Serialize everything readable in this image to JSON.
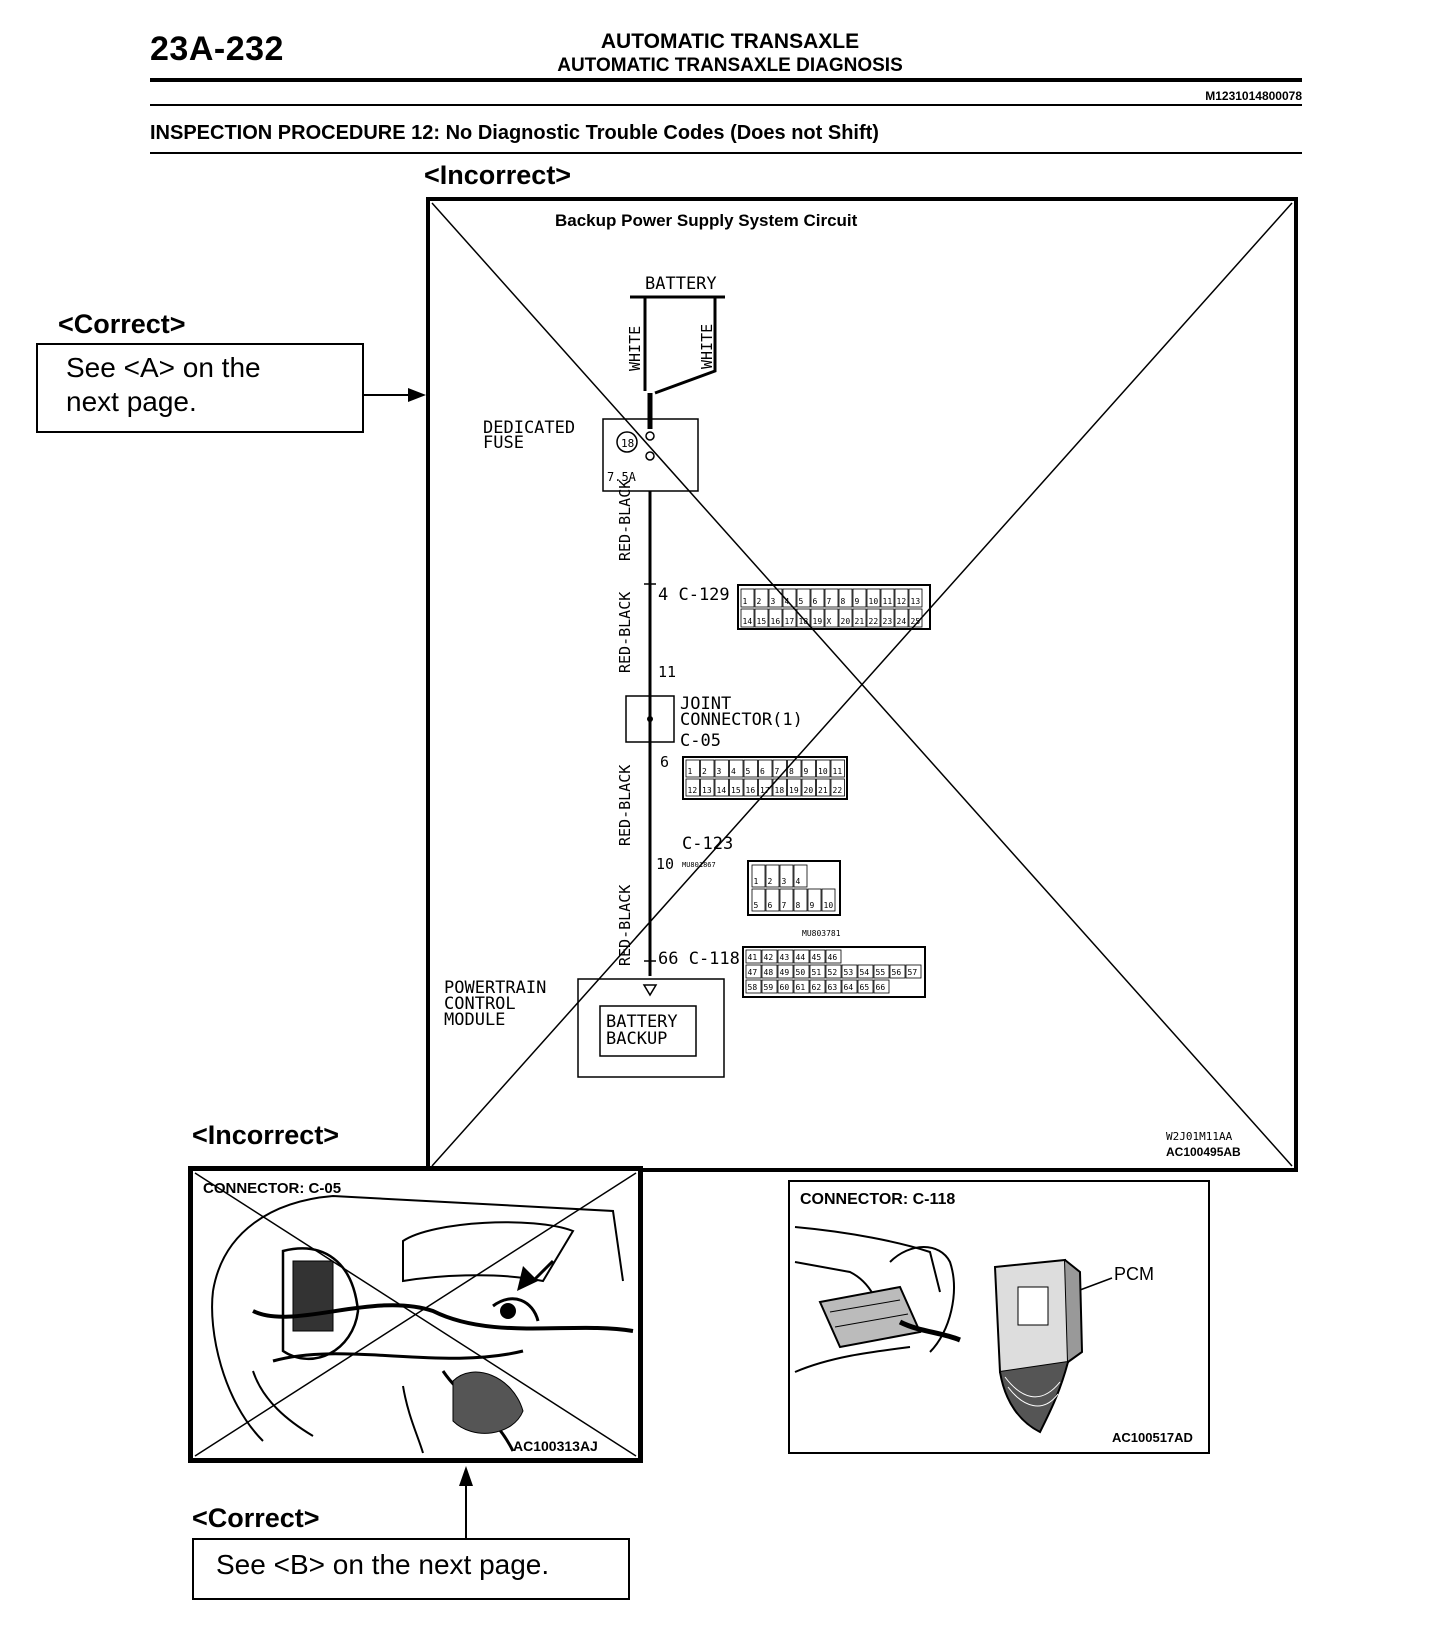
{
  "header": {
    "page_number": "23A-232",
    "title": "AUTOMATIC TRANSAXLE",
    "subtitle": "AUTOMATIC TRANSAXLE DIAGNOSIS",
    "doc_id": "M1231014800078"
  },
  "procedure_title": "INSPECTION PROCEDURE 12: No Diagnostic Trouble Codes (Does not Shift)",
  "top_section": {
    "incorrect_label": "<Incorrect>",
    "correct_label": "<Correct>",
    "callout_line1": "See <A> on the",
    "callout_line2": "next page.",
    "diagram": {
      "title": "Backup Power Supply System Circuit",
      "battery": "BATTERY",
      "wire_white_1": "WHITE",
      "wire_white_2": "WHITE",
      "fuse_label_1": "DEDICATED",
      "fuse_label_2": "FUSE",
      "fuse_number": "18",
      "fuse_rating": "7.5A",
      "wire_rb_1": "RED-BLACK",
      "wire_rb_2": "RED-BLACK",
      "wire_rb_3": "RED-BLACK",
      "wire_rb_4": "RED-BLACK",
      "pin_c129": "4 C-129",
      "pin_11": "11",
      "joint_label_1": "JOINT",
      "joint_label_2": "CONNECTOR(1)",
      "joint_id": "C-05",
      "pin_6": "6",
      "c123_id": "C-123",
      "pin_10": "10",
      "c123_part": "MU801867",
      "c118_part": "MU803781",
      "pin_c118": "66 C-118",
      "pcm_label_1": "POWERTRAIN",
      "pcm_label_2": "CONTROL",
      "pcm_label_3": "MODULE",
      "backup_label_1": "BATTERY",
      "backup_label_2": "BACKUP",
      "ref_code_1": "W2J01M11AA",
      "ref_code_2": "AC100495AB",
      "c129_pins_row1": [
        "1",
        "2",
        "3",
        "4",
        "5",
        "6",
        "7",
        "8",
        "9",
        "10",
        "11",
        "12",
        "13"
      ],
      "c129_pins_row2": [
        "14",
        "15",
        "16",
        "17",
        "18",
        "19",
        "X",
        "20",
        "21",
        "22",
        "23",
        "24",
        "25"
      ],
      "c05_pins_row1": [
        "1",
        "2",
        "3",
        "4",
        "5",
        "6",
        "7",
        "8",
        "9",
        "10",
        "11"
      ],
      "c05_pins_row2": [
        "12",
        "13",
        "14",
        "15",
        "16",
        "17",
        "18",
        "19",
        "20",
        "21",
        "22"
      ],
      "c123_pins_row1": [
        "1",
        "2",
        "3",
        "4"
      ],
      "c123_pins_row2": [
        "5",
        "6",
        "7",
        "8",
        "9",
        "10"
      ],
      "c118_pins_row1": [
        "41",
        "42",
        "43",
        "44",
        "45",
        "46"
      ],
      "c118_pins_row2": [
        "47",
        "48",
        "49",
        "50",
        "51",
        "52",
        "53",
        "54",
        "55",
        "56",
        "57"
      ],
      "c118_pins_row3": [
        "58",
        "59",
        "60",
        "61",
        "62",
        "63",
        "64",
        "65",
        "66"
      ]
    }
  },
  "bottom_left": {
    "incorrect_label": "<Incorrect>",
    "connector_label": "CONNECTOR: C-05",
    "ref_code": "AC100313AJ",
    "correct_label": "<Correct>",
    "callout": "See <B> on the next page."
  },
  "bottom_right": {
    "connector_label": "CONNECTOR: C-118",
    "pcm_label": "PCM",
    "ref_code": "AC100517AD"
  }
}
